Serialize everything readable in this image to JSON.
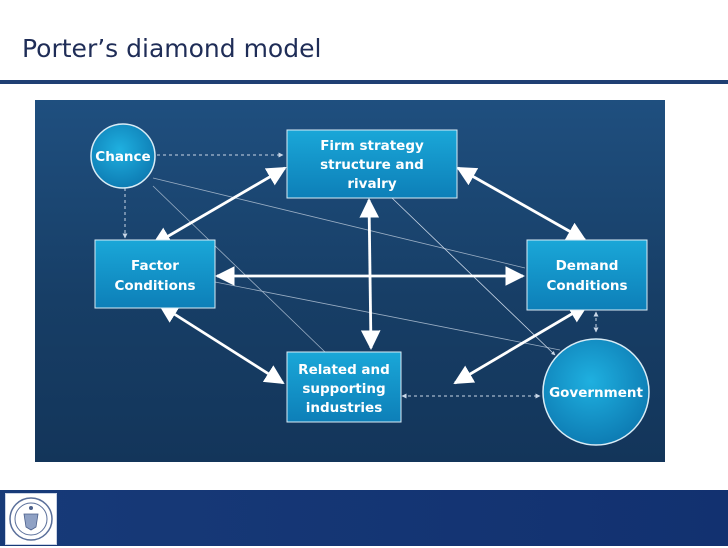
{
  "slide": {
    "title": "Porter’s diamond model"
  },
  "diagram": {
    "nodes": {
      "chance": {
        "lines": [
          "Chance"
        ]
      },
      "firm": {
        "lines": [
          "Firm strategy",
          "structure and",
          "rivalry"
        ]
      },
      "factor": {
        "lines": [
          "Factor",
          "Conditions"
        ]
      },
      "demand": {
        "lines": [
          "Demand",
          "Conditions"
        ]
      },
      "related": {
        "lines": [
          "Related and",
          "supporting",
          "industries"
        ]
      },
      "government": {
        "lines": [
          "Government"
        ]
      }
    }
  },
  "colors": {
    "title": "#1f2d57",
    "box_fill_top": "#1aa7d8",
    "box_fill_bottom": "#0d7fb8",
    "arrow": "#ffffff",
    "thin_line": "#9aaec4",
    "footer": "#173a78"
  },
  "footer": {
    "logo_icon": "university-seal-icon"
  }
}
